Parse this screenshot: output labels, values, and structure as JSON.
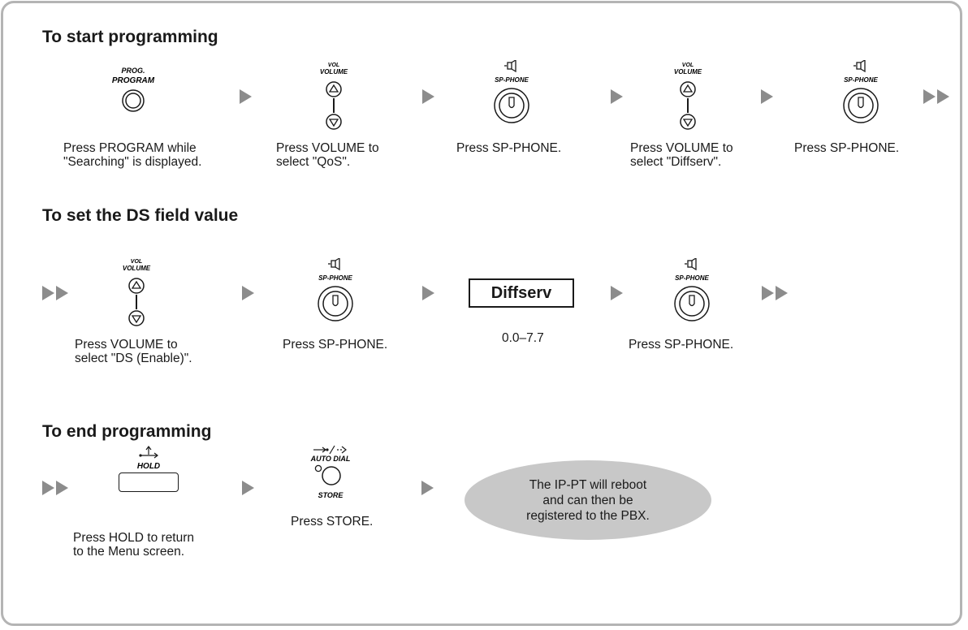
{
  "sections": {
    "start": "To start programming",
    "ds": "To set the DS field value",
    "end": "To end programming"
  },
  "keys": {
    "prog_small": "PROG.",
    "program": "PROGRAM",
    "vol_small": "VOL",
    "volume": "VOLUME",
    "sp_phone": "SP-PHONE",
    "hold": "HOLD",
    "auto_dial": "AUTO DIAL",
    "store": "STORE"
  },
  "captions": {
    "s1": [
      "Press PROGRAM while",
      "\"Searching\" is displayed."
    ],
    "s2": [
      "Press VOLUME to",
      "select \"QoS\"."
    ],
    "s3": [
      "Press SP-PHONE."
    ],
    "s4": [
      "Press VOLUME to",
      "select \"Diffserv\"."
    ],
    "s5": [
      "Press SP-PHONE."
    ],
    "d1": [
      "Press VOLUME to",
      "select \"DS (Enable)\"."
    ],
    "d2": [
      "Press SP-PHONE."
    ],
    "d3": [
      "0.0–7.7"
    ],
    "d4": [
      "Press SP-PHONE."
    ],
    "e1": [
      "Press HOLD to return",
      "to the Menu screen."
    ],
    "e2": [
      "Press STORE."
    ]
  },
  "display": "Diffserv",
  "note": [
    "The IP-PT will reboot",
    "and can then be",
    "registered to the PBX."
  ],
  "icons": {
    "program_key": "round-button",
    "volume_key": "up-down-rocker",
    "sp_phone_key": "speaker-button",
    "hold_key": "rectangular-key",
    "store_key": "round-button-with-led",
    "step_arrow": "gray-triangle",
    "continue_arrow": "double-gray-triangle"
  },
  "colors": {
    "arrow": "#8c8c8c",
    "note_fill": "#c8c8c8",
    "frame": "#b4b4b4"
  }
}
